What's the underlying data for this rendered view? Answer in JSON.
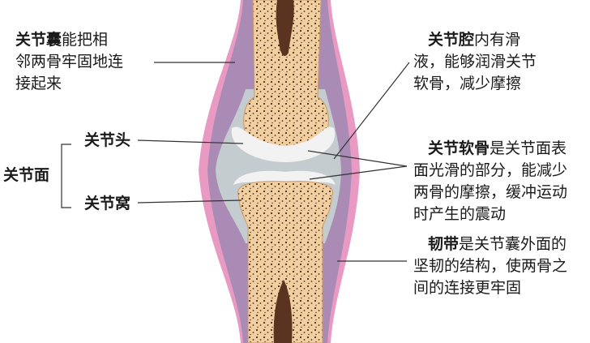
{
  "labels": {
    "capsule": {
      "term": "关节囊",
      "desc_1": "能把相",
      "line_2": "邻两骨牢固地连",
      "line_3": "接起来"
    },
    "cavity": {
      "term": "关节腔",
      "desc_1": "内有滑",
      "line_2": "液，能够润滑关节",
      "line_3": "软骨，减少摩擦"
    },
    "head": "关节头",
    "surface": "关节面",
    "socket": "关节窝",
    "cartilage": {
      "term": "关节软骨",
      "desc_1": "是关节面表",
      "line_2": "面光滑的部分，能减少",
      "line_3": "两骨的摩擦，缓冲运动",
      "line_4": "时产生的震动"
    },
    "ligament": {
      "term": "韧带",
      "desc_1": "是关节囊外面的",
      "line_2": "坚韧的结构，使两骨之",
      "line_3": "间的连接更牢固"
    }
  },
  "colors": {
    "capsule_outer": "#e89ac2",
    "capsule_inner": "#a98bb5",
    "cavity": "#c5ccd0",
    "bone": "#f2cfa0",
    "bone_dots": "#4a2e1c",
    "marrow": "#5a3420",
    "cartilage": "#f2f2f2",
    "leader_line": "#333333"
  }
}
